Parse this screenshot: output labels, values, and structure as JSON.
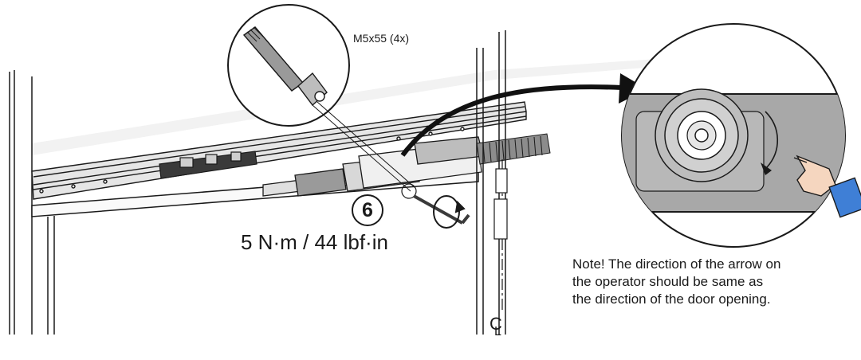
{
  "screw_label": "M5x55 (4x)",
  "step_number": "6",
  "torque": "5 N·m / 44 lbf·in",
  "note_lines": [
    "Note! The direction of the arrow on",
    "the operator should be same as",
    "the direction of the door opening."
  ],
  "centerline_symbol": "C",
  "centerline_sub": "L",
  "colors": {
    "line": "#1a1a1a",
    "rail_fill": "#e6e6e6",
    "detail_fill": "#a8a8a8",
    "spring_fill": "#8c8c8c"
  },
  "icons": [
    "screw-icon",
    "hex-key-icon",
    "rotation-arrow-icon",
    "pointing-hand-icon",
    "callout-arrow-icon"
  ]
}
